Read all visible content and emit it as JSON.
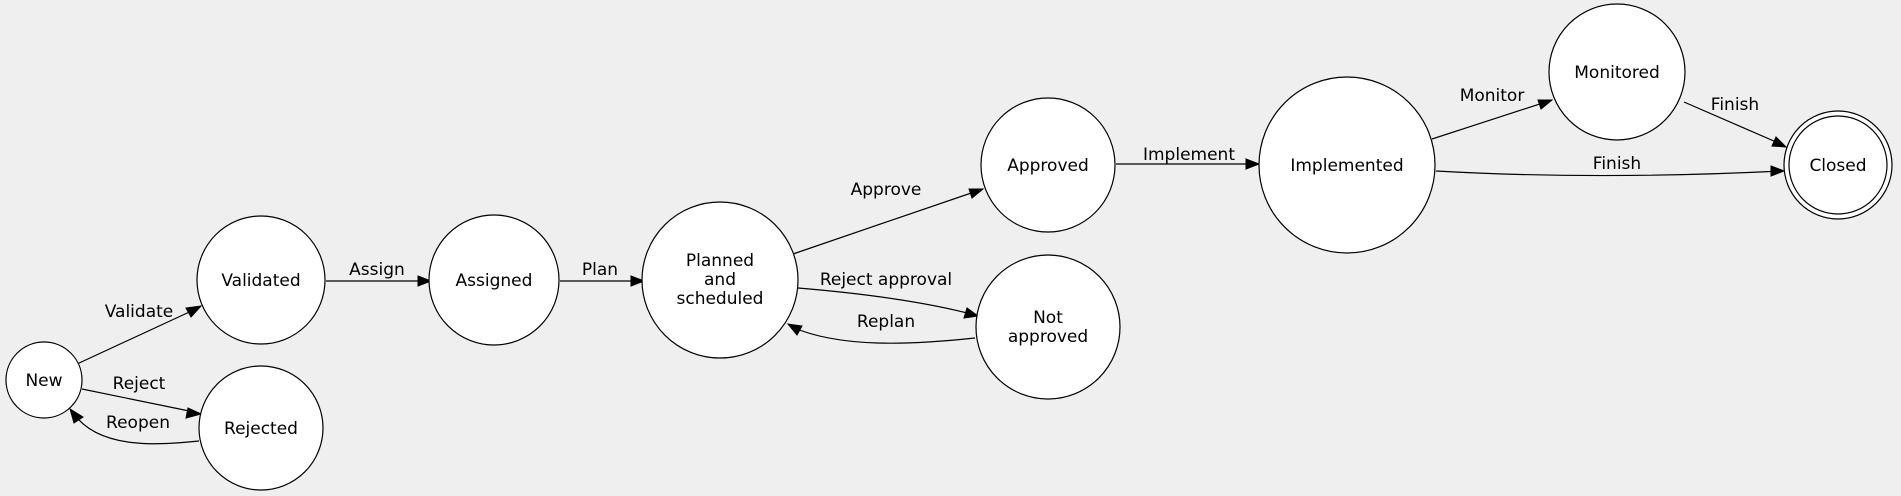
{
  "diagram": {
    "background": "#efefef",
    "nodes": {
      "new": {
        "lines": [
          "New"
        ]
      },
      "validated": {
        "lines": [
          "Validated"
        ]
      },
      "rejected": {
        "lines": [
          "Rejected"
        ]
      },
      "assigned": {
        "lines": [
          "Assigned"
        ]
      },
      "planned": {
        "lines": [
          "Planned",
          "and",
          "scheduled"
        ]
      },
      "approved": {
        "lines": [
          "Approved"
        ]
      },
      "not_approved": {
        "lines": [
          "Not",
          "approved"
        ]
      },
      "implemented": {
        "lines": [
          "Implemented"
        ]
      },
      "monitored": {
        "lines": [
          "Monitored"
        ]
      },
      "closed": {
        "lines": [
          "Closed"
        ],
        "final": true
      }
    },
    "edges": {
      "validate": {
        "from": "new",
        "to": "validated",
        "label": "Validate"
      },
      "reject": {
        "from": "new",
        "to": "rejected",
        "label": "Reject"
      },
      "reopen": {
        "from": "rejected",
        "to": "new",
        "label": "Reopen"
      },
      "assign": {
        "from": "validated",
        "to": "assigned",
        "label": "Assign"
      },
      "plan": {
        "from": "assigned",
        "to": "planned",
        "label": "Plan"
      },
      "approve": {
        "from": "planned",
        "to": "approved",
        "label": "Approve"
      },
      "reject_approval": {
        "from": "planned",
        "to": "not_approved",
        "label": "Reject approval"
      },
      "replan": {
        "from": "not_approved",
        "to": "planned",
        "label": "Replan"
      },
      "implement": {
        "from": "approved",
        "to": "implemented",
        "label": "Implement"
      },
      "monitor": {
        "from": "implemented",
        "to": "monitored",
        "label": "Monitor"
      },
      "finish_monitored": {
        "from": "monitored",
        "to": "closed",
        "label": "Finish"
      },
      "finish_implemented": {
        "from": "implemented",
        "to": "closed",
        "label": "Finish"
      }
    }
  }
}
